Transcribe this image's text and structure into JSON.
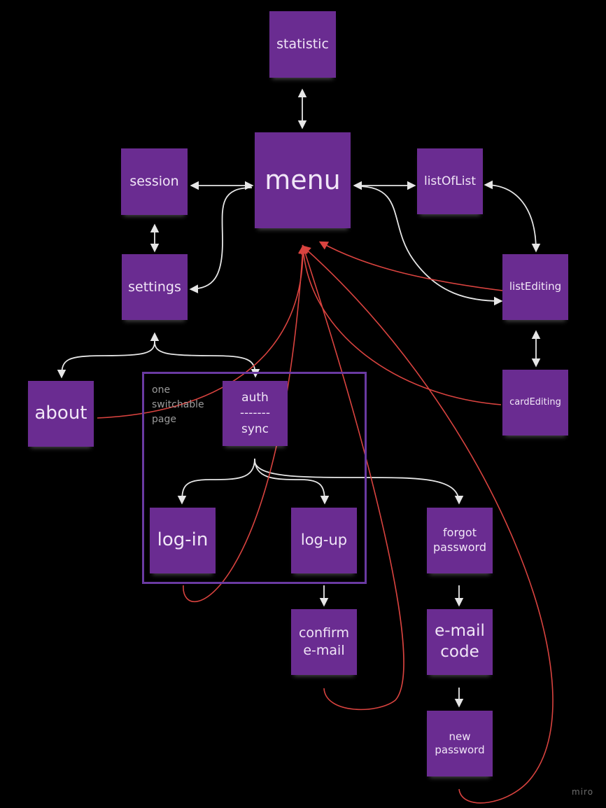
{
  "nodes": {
    "statistic": "statistic",
    "menu": "menu",
    "session": "session",
    "listOfList": "listOfList",
    "settings": "settings",
    "listEditing": "listEditing",
    "about": "about",
    "auth_sync": "auth\n-------\nsync",
    "cardEditing": "cardEditing",
    "log_in": "log-in",
    "log_up": "log-up",
    "forgot_password": "forgot\npassword",
    "confirm_email": "confirm\ne-mail",
    "email_code": "e-mail\ncode",
    "new_password": "new\npassword"
  },
  "group": {
    "label": "one\nswitchable\npage"
  },
  "watermark": "miro",
  "colors": {
    "background": "#000000",
    "note": "#6a2c91",
    "note_text": "#f1e6f7",
    "frame": "#6a3aa2",
    "arrow_white": "#e6e6e6",
    "arrow_red": "#d9433f"
  }
}
